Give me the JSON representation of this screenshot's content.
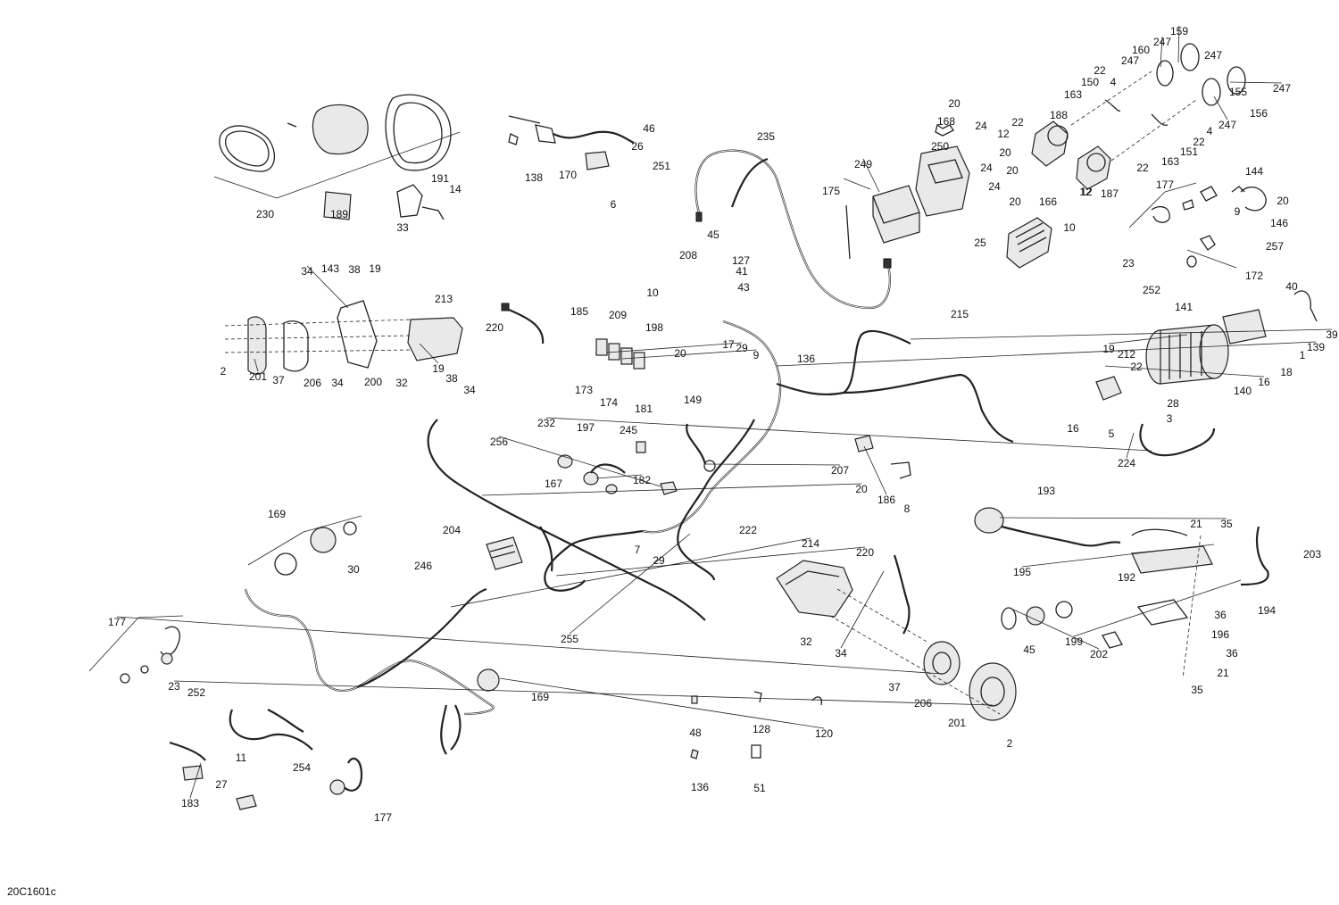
{
  "drawing_ref": "20C1601c",
  "callouts": [
    "230",
    "189",
    "33",
    "191",
    "14",
    "138",
    "170",
    "46",
    "26",
    "251",
    "6",
    "235",
    "249",
    "175",
    "20",
    "168",
    "250",
    "24",
    "20",
    "24",
    "20",
    "24",
    "188",
    "22",
    "12",
    "12",
    "166",
    "20",
    "25",
    "10",
    "187",
    "159",
    "247",
    "160",
    "247",
    "22",
    "4",
    "150",
    "163",
    "247",
    "155",
    "247",
    "156",
    "247",
    "22",
    "4",
    "151",
    "163",
    "22",
    "12",
    "177",
    "144",
    "9",
    "20",
    "146",
    "23",
    "257",
    "172",
    "252",
    "34",
    "143",
    "38",
    "19",
    "213",
    "2",
    "201",
    "37",
    "206",
    "34",
    "200",
    "32",
    "19",
    "38",
    "34",
    "220",
    "208",
    "45",
    "127",
    "41",
    "43",
    "10",
    "20",
    "185",
    "209",
    "198",
    "173",
    "174",
    "181",
    "17",
    "29",
    "9",
    "136",
    "215",
    "141",
    "40",
    "139",
    "39",
    "19",
    "212",
    "22",
    "1",
    "16",
    "18",
    "140",
    "28",
    "3",
    "16",
    "5",
    "224",
    "232",
    "197",
    "245",
    "167",
    "182",
    "149",
    "256",
    "207",
    "20",
    "186",
    "8",
    "169",
    "30",
    "204",
    "7",
    "29",
    "222",
    "246",
    "255",
    "214",
    "220",
    "32",
    "34",
    "193",
    "21",
    "35",
    "203",
    "192",
    "194",
    "195",
    "45",
    "199",
    "202",
    "36",
    "196",
    "36",
    "21",
    "35",
    "37",
    "206",
    "201",
    "2",
    "177",
    "23",
    "252",
    "169",
    "48",
    "128",
    "120",
    "136",
    "51",
    "11",
    "27",
    "254",
    "183",
    "177"
  ]
}
